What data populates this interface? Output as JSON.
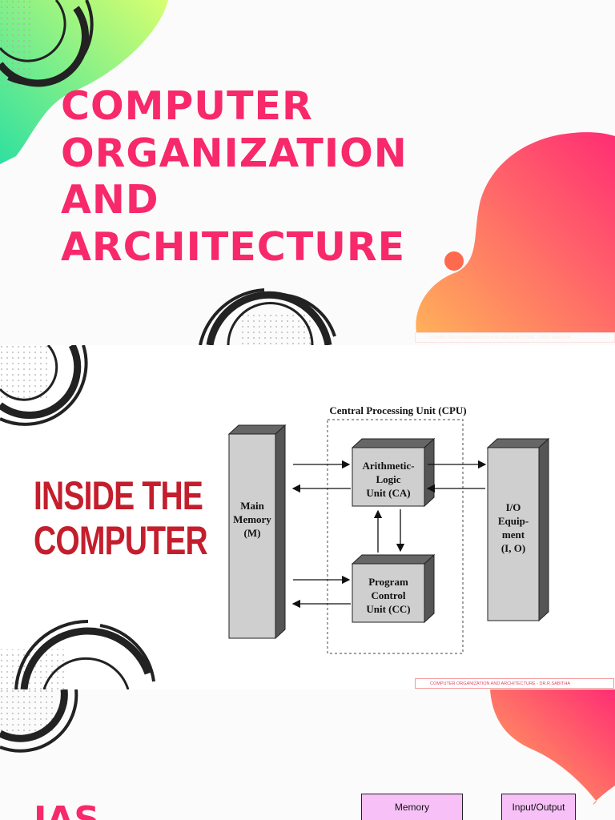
{
  "slides": [
    {
      "title_lines": [
        "COMPUTER",
        "ORGANIZATION",
        "AND",
        "ARCHITECTURE"
      ],
      "footer": "COMPUTER ORGANIZATION AND ARCHITECTURE - DR.R.SABITHA"
    },
    {
      "title_lines": [
        "INSIDE THE",
        "COMPUTER"
      ],
      "footer": "COMPUTER ORGANIZATION AND ARCHITECTURE - DR.R.SABITHA",
      "diagram": {
        "cpu_label": "Central Processing Unit (CPU)",
        "main_memory": [
          "Main",
          "Memory",
          "(M)"
        ],
        "alu": [
          "Arithmetic-",
          "Logic",
          "Unit (CA)"
        ],
        "program_control": [
          "Program",
          "Control",
          "Unit (CC)"
        ],
        "io": [
          "I/O",
          "Equip-",
          "ment",
          "(I, O)"
        ]
      }
    },
    {
      "title": "IAS",
      "boxes": {
        "memory": "Memory",
        "input_output": "Input/Output"
      }
    }
  ],
  "colors": {
    "title_pink": "#f7296b",
    "title_red": "#c41e2d",
    "blob_gradient": [
      "#ff2d74",
      "#ffb05a"
    ],
    "green_gradient": [
      "#2fe0a0",
      "#d8ff70"
    ],
    "box_pink": "#f7c1f7"
  }
}
